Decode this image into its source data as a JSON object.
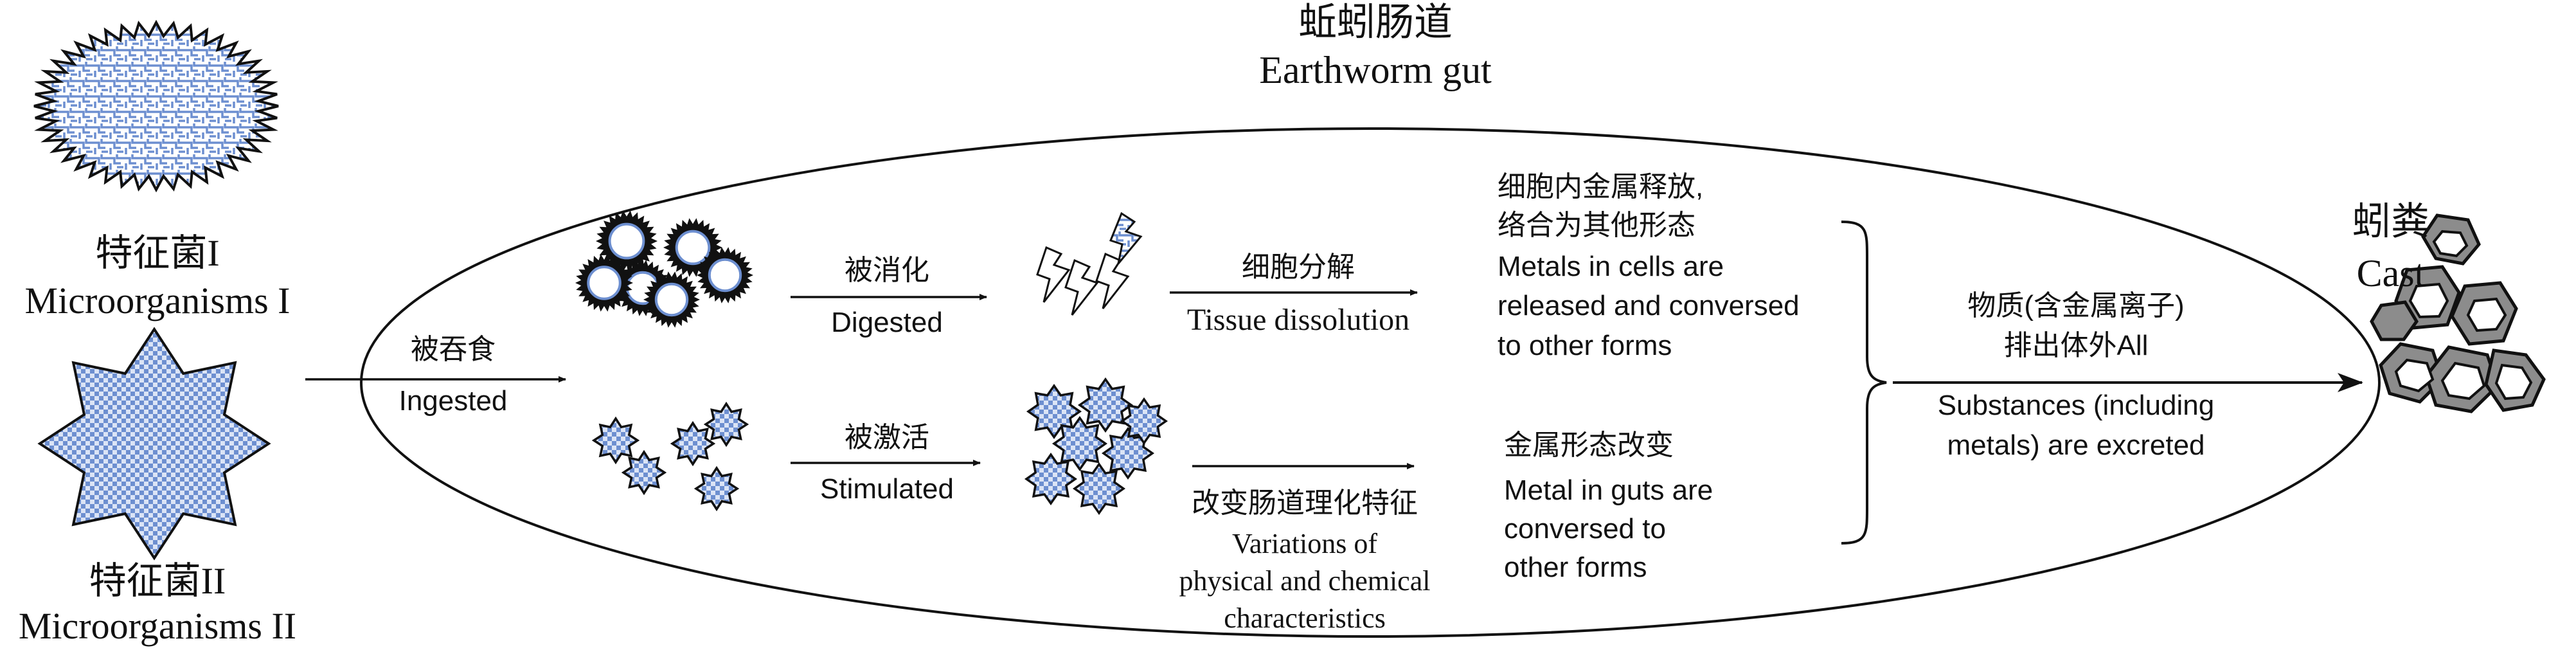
{
  "gut": {
    "zh": "蚯蚓肠道",
    "en": "Earthworm gut"
  },
  "micro1": {
    "zh": "特征菌I",
    "en": "Microorganisms I"
  },
  "micro2": {
    "zh": "特征菌II",
    "en": "Microorganisms II"
  },
  "ingest": {
    "zh": "被吞食",
    "en": "Ingested"
  },
  "digest": {
    "zh": "被消化",
    "en": "Digested"
  },
  "stimulate": {
    "zh": "被激活",
    "en": "Stimulated"
  },
  "tissue": {
    "zh": "细胞分解",
    "en": "Tissue dissolution"
  },
  "variations": {
    "zh": "改变肠道理化特征",
    "en": [
      "Variations of",
      "physical and chemical",
      "characteristics"
    ]
  },
  "release": {
    "zh": [
      "细胞内金属释放,",
      "络合为其他形态"
    ],
    "en": [
      "Metals in cells are",
      "released and conversed",
      "to other forms"
    ]
  },
  "metalform": {
    "zh": "金属形态改变",
    "en": [
      "Metal in guts are",
      "conversed to",
      "other forms"
    ]
  },
  "excrete": {
    "zh": [
      "物质(含金属离子)",
      "排出体外All"
    ],
    "en": [
      "Substances (including",
      "metals) are excreted"
    ]
  },
  "cast": {
    "zh": "蚓粪",
    "en": "Cast"
  },
  "colors": {
    "pattern_blue": "#6d8fd0",
    "fill_light": "#dbe4f6",
    "cast_gray": "#8c8c8c",
    "outline": "#111111"
  }
}
